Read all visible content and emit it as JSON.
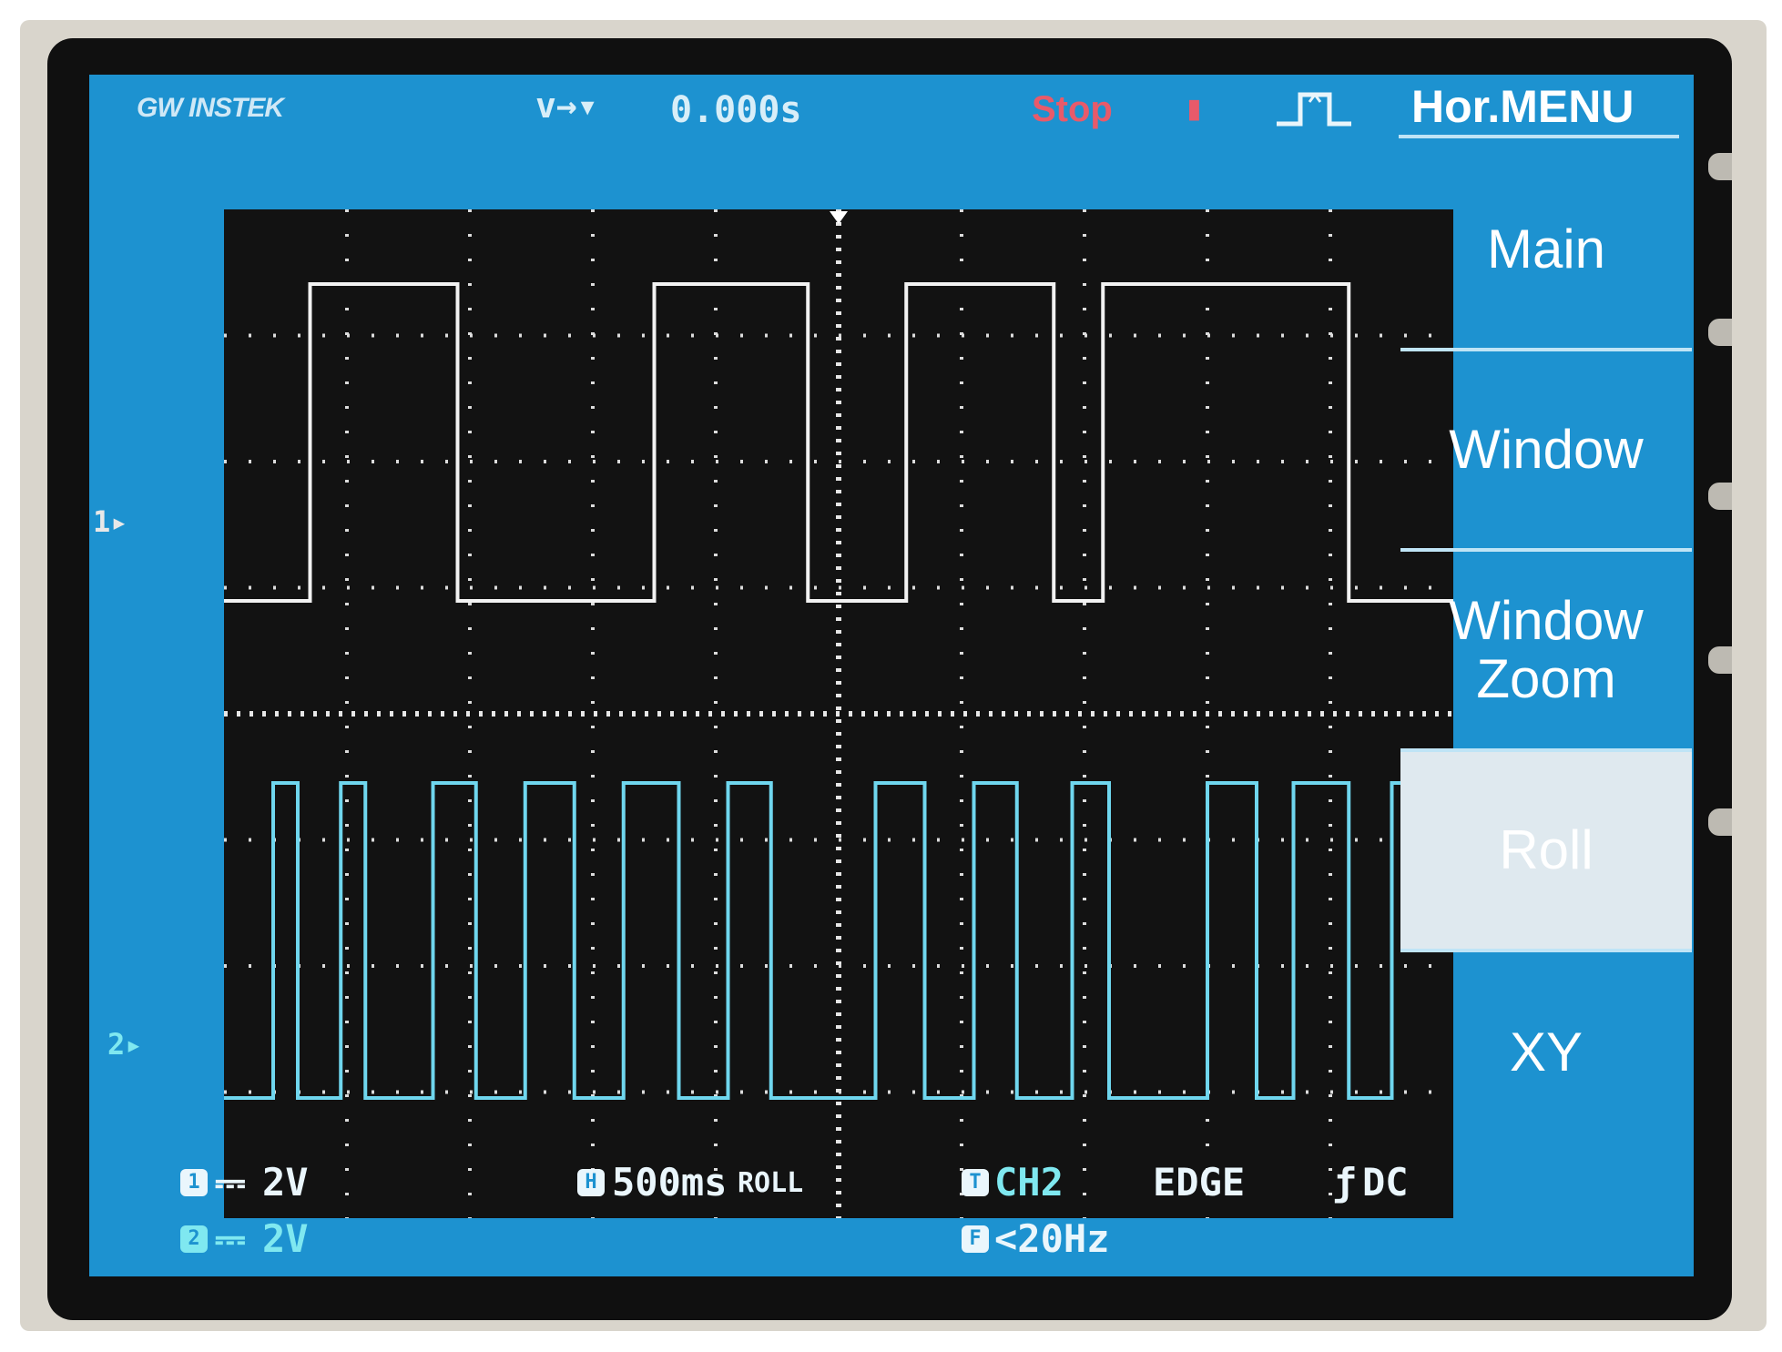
{
  "header": {
    "brand": "GW INSTEK",
    "horizontal_position_icon": "v→▾",
    "horizontal_position": "0.000s",
    "run_state": "Stop",
    "run_state_icon": "stop-mark-icon",
    "trigger_icon": "trigger-pulse-icon",
    "menu_title": "Hor.MENU"
  },
  "menu": {
    "items": [
      {
        "label": "Main",
        "selected": false
      },
      {
        "label": "Window",
        "selected": false
      },
      {
        "label": "Window\nZoom",
        "selected": false
      },
      {
        "label": "Roll",
        "selected": true
      },
      {
        "label": "XY",
        "selected": false
      }
    ]
  },
  "markers": {
    "ch1": "1▸",
    "ch2": "2▸"
  },
  "status": {
    "ch1_chip": "1",
    "ch1_scale": "2V",
    "ch2_chip": "2",
    "ch2_scale": "2V",
    "coupling_symbol": "⎓",
    "timebase_chip": "H",
    "timebase": "500ms",
    "mode": "ROLL",
    "trigger_chip": "T",
    "trigger_source": "CH2",
    "trigger_type": "EDGE",
    "trigger_slope": "ƒ",
    "trigger_coupling": "DC",
    "frequency_chip": "F",
    "frequency": "<20Hz"
  },
  "colors": {
    "screen": "#1d92d0",
    "ch1_trace": "#f2f2f2",
    "ch2_trace": "#6fd6ee",
    "graticule_bg": "#121212",
    "run_state": "#e85a6a"
  },
  "traces": {
    "ch1_transitions": [
      0.07,
      0.19,
      0.35,
      0.475,
      0.555,
      0.675,
      0.715,
      0.915
    ],
    "ch2_transitions": [
      0.04,
      0.06,
      0.095,
      0.115,
      0.17,
      0.205,
      0.245,
      0.285,
      0.325,
      0.37,
      0.41,
      0.445,
      0.53,
      0.57,
      0.61,
      0.645,
      0.69,
      0.72,
      0.8,
      0.84,
      0.87,
      0.915,
      0.95
    ]
  }
}
